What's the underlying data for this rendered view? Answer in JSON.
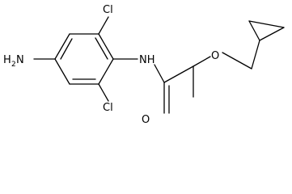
{
  "structure": {
    "labels": {
      "nh2": {
        "main": "H",
        "sub": "2",
        "prefix": "N"
      },
      "cl_top": "Cl",
      "cl_bottom": "Cl",
      "nh": "NH",
      "o_ether": "O",
      "o_carbonyl": "O"
    },
    "colors": {
      "bond": "#000000",
      "label": "#000000",
      "background": "#ffffff"
    }
  }
}
